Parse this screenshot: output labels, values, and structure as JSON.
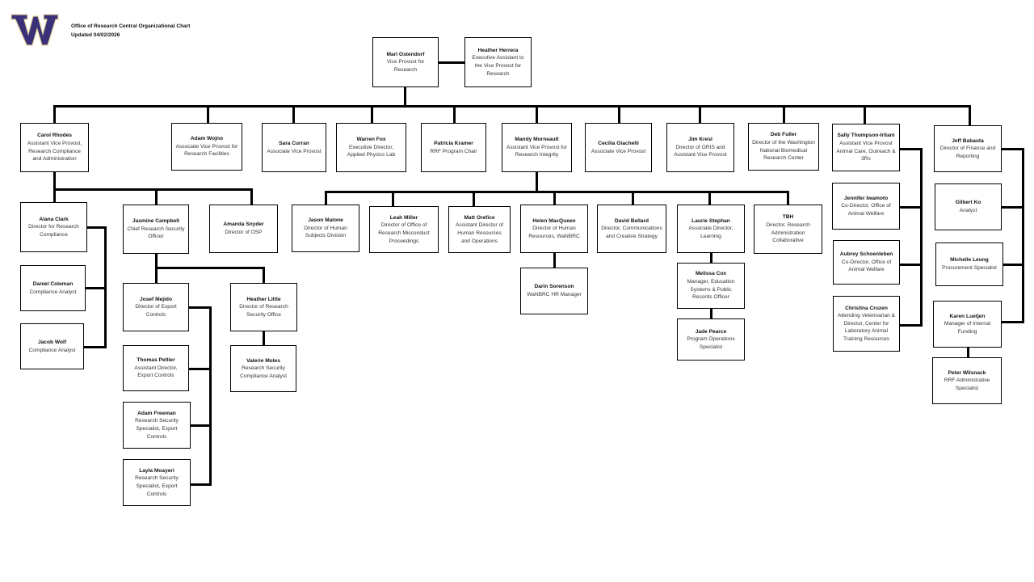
{
  "header": {
    "title": "Office of Research Central Organizational Chart",
    "updated": "Updated 04/02/2026",
    "logo": "W"
  },
  "colors": {
    "logo": "#3b3178",
    "logo_outline": "#e8d8a0",
    "line": "#000000"
  },
  "people": {
    "mari": {
      "name": "Mari Ostendorf",
      "title": "Vice Provost for Research"
    },
    "heather_h": {
      "name": "Heather Herrera",
      "title": "Executive Assistant to the Vice Provost for Research"
    },
    "carol": {
      "name": "Carol Rhodes",
      "title": "Assistant Vice Provost, Research Compliance and Administration"
    },
    "adam_w": {
      "name": "Adam Wojno",
      "title": "Associate Vice Provost for Research Facilities"
    },
    "sara": {
      "name": "Sara Curran",
      "title": "Associate Vice Provost"
    },
    "warren": {
      "name": "Warren Fox",
      "title": "Executive Director, Applied Physics Lab"
    },
    "patricia": {
      "name": "Patricia Kramer",
      "title": "RRF Program Chair"
    },
    "mandy": {
      "name": "Mandy Morneault",
      "title": "Assistant Vice Provost for Research Integrity"
    },
    "cecilia": {
      "name": "Cecilia Giachelli",
      "title": "Associate Vice Provost"
    },
    "jim": {
      "name": "Jim Kresl",
      "title": "Director of ORIS and Assistant Vice Provost"
    },
    "deb": {
      "name": "Deb Fuller",
      "title": "Director of the Washington National Biomedical Research Center"
    },
    "sally": {
      "name": "Sally Thompson-Iritani",
      "title": "Assistant Vice Provost Animal Care, Outreach & 3Rs"
    },
    "jeff": {
      "name": "Jeff Babauta",
      "title": "Director of Finance and Reporting"
    },
    "alana": {
      "name": "Alana Clark",
      "title": "Director for Research Compliance"
    },
    "daniel": {
      "name": "Daniel Coleman",
      "title": "Compliance Analyst"
    },
    "jacob": {
      "name": "Jacob Wolf",
      "title": "Compliance Analyst"
    },
    "jasmine": {
      "name": "Jasmine Campbell",
      "title": "Chief Research Security Officer"
    },
    "amanda": {
      "name": "Amanda Snyder",
      "title": "Director of OSP"
    },
    "josef": {
      "name": "Josef Mejido",
      "title": "Director of Export Controls"
    },
    "thomas": {
      "name": "Thomas Peltier",
      "title": "Assistant Director, Export Controls"
    },
    "adam_f": {
      "name": "Adam Freeman",
      "title": "Research Security Specialist, Export Controls"
    },
    "layla": {
      "name": "Layla Moayeri",
      "title": "Research Security Specialist, Export Controls"
    },
    "heather_l": {
      "name": "Heather Little",
      "title": "Director of Research Security Office"
    },
    "valerie": {
      "name": "Valerie Moles",
      "title": "Research Security Compliance Analyst"
    },
    "jason": {
      "name": "Jason Malone",
      "title": "Director of Human Subjects Division"
    },
    "leah": {
      "name": "Leah Miller",
      "title": "Director of Office of Research Misconduct Proceedings"
    },
    "matt": {
      "name": "Matt Orefice",
      "title": "Assistant Director of Human Resources and Operations"
    },
    "helen": {
      "name": "Helen MacQueen",
      "title": "Director of Human Resources, WaNBRC"
    },
    "darin": {
      "name": "Darin Sorenson",
      "title": "WaNBRC HR Manager"
    },
    "david": {
      "name": "David Bellard",
      "title": "Director, Communications and Creative Strategy"
    },
    "laurie": {
      "name": "Laurie Stephan",
      "title": "Associate Director, Learning"
    },
    "melissa": {
      "name": "Melissa Cox",
      "title": "Manager, Education Systems & Public Records Officer"
    },
    "jade": {
      "name": "Jade Pearce",
      "title": "Program Operations Specialist"
    },
    "tbh": {
      "name": "TBH",
      "title": "Director, Research Administration Collaborative"
    },
    "jennifer": {
      "name": "Jennifer Iwamoto",
      "title": "Co-Director, Office of Animal Welfare"
    },
    "aubrey": {
      "name": "Aubrey Schoenleben",
      "title": "Co-Director, Office of Animal Welfare"
    },
    "christina": {
      "name": "Christina Cruzen",
      "title": "Attending Veterinarian & Director, Center for Laboratory Animal Training Resources"
    },
    "gilbert": {
      "name": "Gilbert Ko",
      "title": "Analyst"
    },
    "michelle": {
      "name": "Michelle Leung",
      "title": "Procurement Specialist"
    },
    "karen": {
      "name": "Karen Luetjen",
      "title": "Manager of Internal Funding"
    },
    "peter": {
      "name": "Peter Wilsnack",
      "title": "RRF Administrative Specialist"
    }
  }
}
